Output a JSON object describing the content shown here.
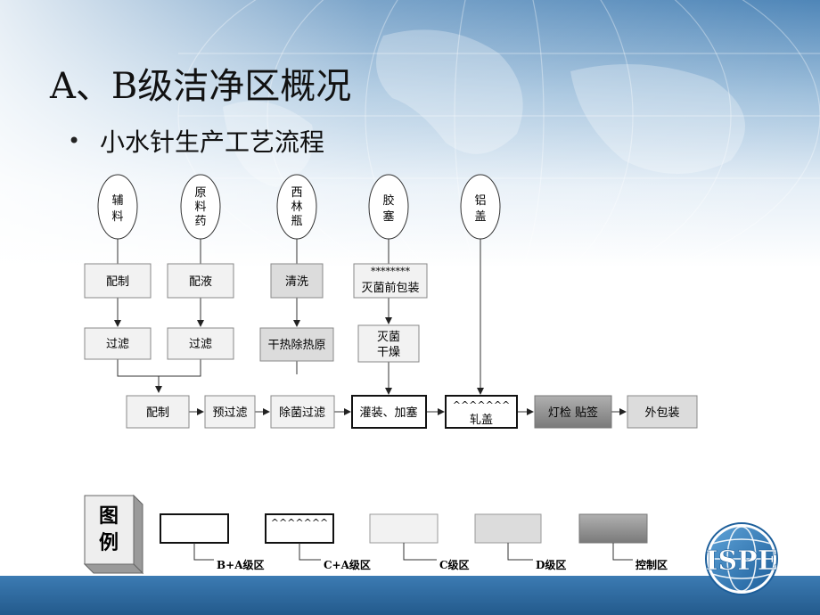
{
  "slide": {
    "title": "A、B级洁净区概况",
    "bullet": "小水针生产工艺流程"
  },
  "inputs": [
    {
      "lines": [
        "辅",
        "料"
      ]
    },
    {
      "lines": [
        "原",
        "料",
        "药"
      ]
    },
    {
      "lines": [
        "西",
        "林",
        "瓶"
      ]
    },
    {
      "lines": [
        "胶",
        "塞"
      ]
    },
    {
      "lines": [
        "铝",
        "盖"
      ]
    }
  ],
  "steps": {
    "prep1": "配制",
    "prep2": "配液",
    "wash": "清洗",
    "stopper_prep_marks": "********",
    "stopper_prep": "灭菌前包装",
    "filter1": "过滤",
    "filter2": "过滤",
    "depyrogen": "干热除热原",
    "sterilize_dry": [
      "灭菌",
      "干燥"
    ],
    "compound": "配制",
    "prefilter": "预过滤",
    "sterile_filter": "除菌过滤",
    "fill_stopper": "灌装、加塞",
    "cap_marks": "^^^^^^^",
    "capping": "轧盖",
    "inspect_label": "灯检 贴签",
    "outer_pack": "外包装"
  },
  "legend": {
    "title": [
      "图",
      "例"
    ],
    "marks": "^^^^^^^",
    "items": [
      "B+A级区",
      "C+A级区",
      "C级区",
      "D级区",
      "控制区"
    ]
  },
  "logo": "ISPE",
  "colors": {
    "c_grade": "#f2f2f2",
    "d_grade": "#dcdcdc",
    "control": "#8c8c8c",
    "bottom_bar": "#2f6ea6"
  }
}
